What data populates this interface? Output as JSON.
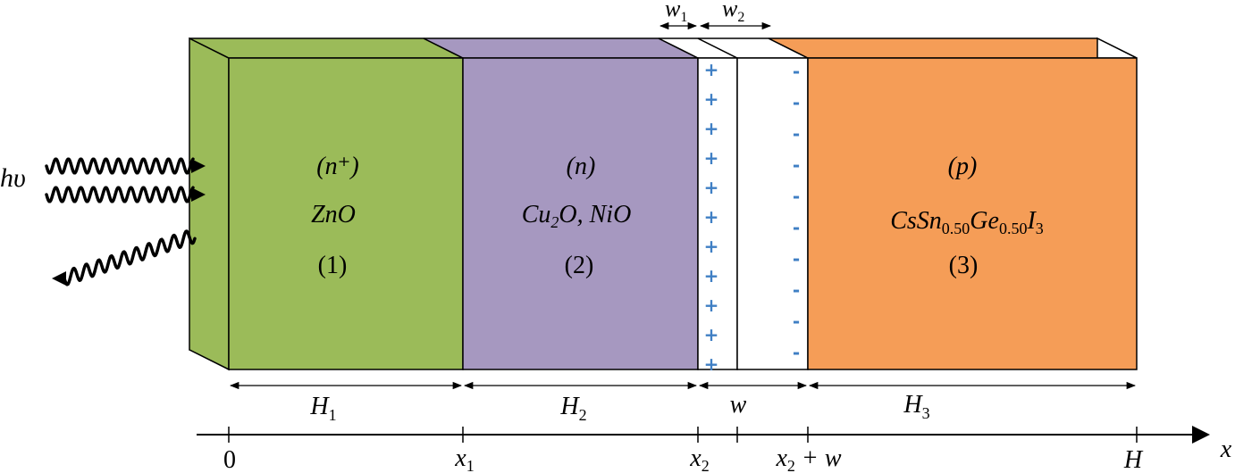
{
  "diagram": {
    "light_label": "hυ",
    "layers": [
      {
        "type": "(n⁺)",
        "material": "ZnO",
        "index": "(1)",
        "color": "#9bbb59"
      },
      {
        "type": "(n)",
        "material_parts": [
          "Cu",
          "2",
          "O, NiO"
        ],
        "index": "(2)",
        "color": "#a698c0"
      },
      {
        "type": "(p)",
        "material_parts": [
          "CsSn",
          "0.50",
          "Ge",
          "0.50",
          "I",
          "3"
        ],
        "index": "(3)",
        "color": "#f59d57"
      }
    ],
    "depletion": {
      "plus_sign": "+",
      "minus_sign": "-",
      "sign_color": "#3f7fc4"
    },
    "top_widths": [
      {
        "base": "w",
        "sub": "1"
      },
      {
        "base": "w",
        "sub": "2"
      }
    ],
    "dimensions": [
      {
        "base": "H",
        "sub": "1"
      },
      {
        "base": "H",
        "sub": "2"
      },
      {
        "base": "w",
        "sub": ""
      },
      {
        "base": "H",
        "sub": "3"
      }
    ],
    "axis": {
      "name": "x",
      "ticks": [
        {
          "base": "0",
          "sub": "",
          "suffix": ""
        },
        {
          "base": "x",
          "sub": "1",
          "suffix": ""
        },
        {
          "base": "x",
          "sub": "2",
          "suffix": ""
        },
        {
          "base": "x",
          "sub": "2",
          "suffix": " + w"
        },
        {
          "base": "H",
          "sub": "",
          "suffix": ""
        }
      ]
    }
  }
}
